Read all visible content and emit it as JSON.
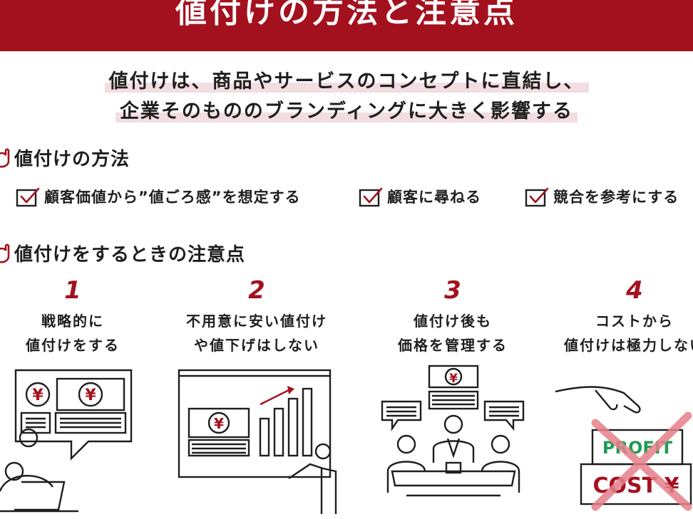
{
  "header": {
    "title": "値付けの方法と注意点"
  },
  "lead": {
    "line1": "値付けは、商品やサービスのコンセプトに直結し、",
    "line2": "企業そのもののブランディングに大きく影響する"
  },
  "methods_section": {
    "title": "値付けの方法",
    "items": [
      {
        "label": "顧客価値から”値ごろ感”を想定する"
      },
      {
        "label": "顧客に尋ねる"
      },
      {
        "label": "競合を参考にする"
      }
    ]
  },
  "tips_section": {
    "title": "値付けをするときの注意点",
    "items": [
      {
        "number": "1",
        "text": "戦略的に\n値付けをする"
      },
      {
        "number": "2",
        "text": "不用意に安い値付け\nや値下げはしない"
      },
      {
        "number": "3",
        "text": "値付け後も\n価格を管理する"
      },
      {
        "number": "4",
        "text": "コストから\n値付けは極力しない"
      }
    ]
  },
  "illustration_labels": {
    "yen_symbol": "¥",
    "profit": "PROFIT",
    "cost": "COST ¥"
  },
  "colors": {
    "accent_red": "#a3111f",
    "highlight_pink": "#f2dde0",
    "profit_green": "#1e9a55",
    "cross_pink": "#e7808a"
  }
}
